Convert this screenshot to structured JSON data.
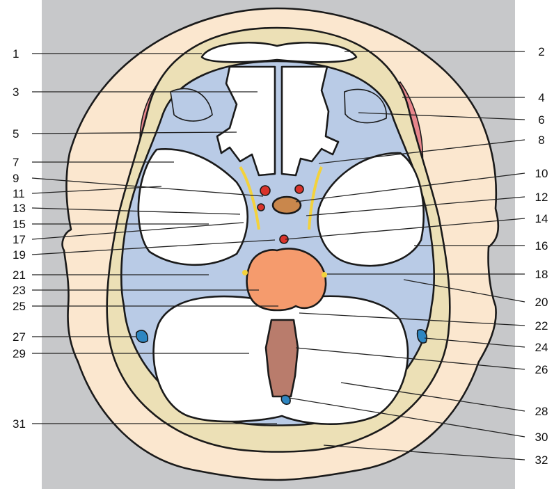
{
  "colors": {
    "panel": "#c7c8ca",
    "scalp": "#fbe7cf",
    "bone": "#ece0b6",
    "csf": "#b9cbe6",
    "brain": "#ffffff",
    "cortex_rim": "#e07a47",
    "cerebellum_rim": "#a8695a",
    "nerve": "#f3d23c",
    "artery": "#d9332b",
    "vein": "#2e86c1",
    "brainstem": "#f59b6d",
    "muscle": "#e8868c",
    "pituitary": "#c9874c",
    "vermis": "#b97c6c"
  },
  "labels_left": [
    {
      "num": "1"
    },
    {
      "num": "3"
    },
    {
      "num": "5"
    },
    {
      "num": "7"
    },
    {
      "num": "9"
    },
    {
      "num": "11"
    },
    {
      "num": "13"
    },
    {
      "num": "15"
    },
    {
      "num": "17"
    },
    {
      "num": "19"
    },
    {
      "num": "21"
    },
    {
      "num": "23"
    },
    {
      "num": "25"
    },
    {
      "num": "27"
    },
    {
      "num": "29"
    },
    {
      "num": "31"
    }
  ],
  "labels_right": [
    {
      "num": "2"
    },
    {
      "num": "4"
    },
    {
      "num": "6"
    },
    {
      "num": "8"
    },
    {
      "num": "10"
    },
    {
      "num": "12"
    },
    {
      "num": "14"
    },
    {
      "num": "16"
    },
    {
      "num": "18"
    },
    {
      "num": "20"
    },
    {
      "num": "22"
    },
    {
      "num": "24"
    },
    {
      "num": "26"
    },
    {
      "num": "28"
    },
    {
      "num": "30"
    },
    {
      "num": "32"
    }
  ]
}
